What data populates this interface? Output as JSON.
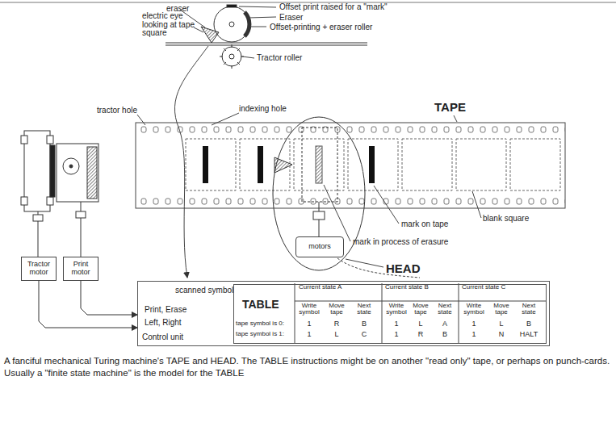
{
  "diagram": {
    "caption": "A fanciful mechanical Turing machine's TAPE and HEAD. The TABLE instructions might be on another \"read only\" tape, or perhaps on punch-cards. Usually a \"finite state machine\" is the model for the TABLE",
    "nodes": [
      {
        "text": [
          "Tractor motor"
        ]
      },
      {
        "text": [
          "Print motor"
        ]
      },
      {
        "text": [
          "motors"
        ]
      },
      {
        "text": [
          "scanned symbol",
          "Print, Erase",
          "Left, Right",
          "Control unit"
        ]
      },
      {
        "text": [
          "TABLE"
        ],
        "in": 3
      }
    ],
    "edges": [
      {
        "from": 0,
        "to": 3,
        "arrow": "to"
      },
      {
        "from": 1,
        "to": 3,
        "arrow": "to"
      }
    ],
    "labels": [
      "eraser",
      "electric eye looking at tape square",
      "Offset print raised for a \"mark\"",
      "Eraser",
      "Offset-printing + eraser roller",
      "Tractor roller",
      "tractor hole",
      "indexing hole",
      "TAPE",
      "mark on tape",
      "blank square",
      "mark in process of erasure",
      "HEAD",
      "Current state A",
      "Current state B",
      "Current state C",
      "Write symbol",
      "Move tape",
      "Next state",
      "Write symbol",
      "Move tape",
      "Next state",
      "Write symbol",
      "Move tape",
      "Next state",
      "tape symbol is 0:",
      "1",
      "R",
      "B",
      "1",
      "L",
      "A",
      "1",
      "L",
      "B",
      "tape symbol is 1:",
      "1",
      "L",
      "C",
      "1",
      "R",
      "B",
      "1",
      "N",
      "HALT"
    ]
  }
}
